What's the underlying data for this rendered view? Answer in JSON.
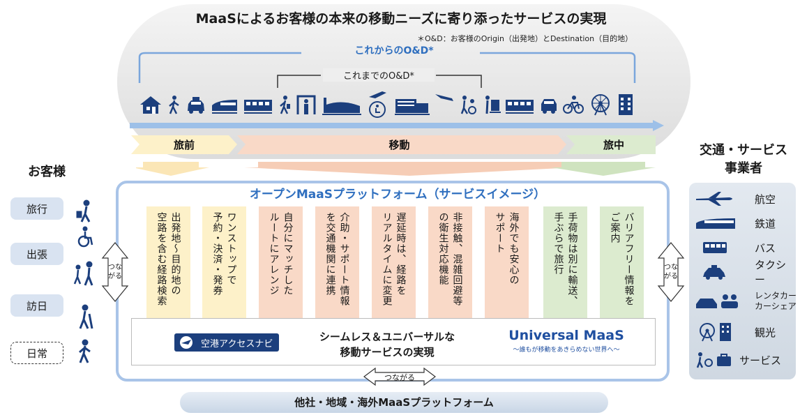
{
  "header": {
    "title": "MaaSによるお客様の本来の移動ニーズに寄り添ったサービスの実現",
    "od_note": "＊O&D：お客様のOrigin（出発地）とDestination（目的地）",
    "future_od": "これからのO&D*",
    "past_od": "これまでのO&D*"
  },
  "journey_icons": [
    "house-icon",
    "walking-person-icon",
    "taxi-icon",
    "shinkansen-icon",
    "train-icon",
    "walking-person-icon",
    "security-gate-icon",
    "airport-terminal-icon",
    "plane-takeoff-icon",
    "wheelchair-icon",
    "airport-terminal-icon",
    "plane-landing-icon",
    "assisted-walk-icon",
    "luggage-cart-icon",
    "train-icon",
    "bus-icon",
    "taxi-icon",
    "bicycle-icon",
    "ferris-wheel-icon",
    "hotel-icon"
  ],
  "phases": {
    "before": "旅前",
    "moving": "移動",
    "during": "旅中"
  },
  "customers": {
    "title": "お客様",
    "tags": [
      "旅行",
      "出張",
      "訪日",
      "日常"
    ]
  },
  "providers": {
    "title_line1": "交通・サービス",
    "title_line2": "事業者",
    "items": [
      {
        "icon": "airplane-icon",
        "label": "航空"
      },
      {
        "icon": "train-icon",
        "label": "鉄道"
      },
      {
        "icon": "bus-icon",
        "label": "バス"
      },
      {
        "icon": "taxi-icon",
        "label": "タクシー"
      },
      {
        "icon": "car-sharing-icon",
        "label": "レンタカー\nカーシェア"
      },
      {
        "icon": "sightseeing-icon",
        "label": "観光"
      },
      {
        "icon": "service-icon",
        "label": "サービス"
      }
    ]
  },
  "platform": {
    "title": "オープンMaaSプラットフォーム（サービスイメージ）",
    "services": [
      "出発地～目的地の\n空路を含む経路検索",
      "ワンストップで\n予約・決済・発券",
      "自分にマッチした\nルートにアレンジ",
      "介助・サポート情報\nを交通機関に連携",
      "遅延時は、経路を\nリアルタイムに変更",
      "非接触、混雑回避等\nの衛生対応機能",
      "海外でも安心の\nサポート",
      "手荷物は別に輸送、\n手ぶらで旅行",
      "バリアフリー情報を\nご案内"
    ],
    "airport_logo": "空港アクセスナビ",
    "seamless_line1": "シームレス＆ユニバーサルな",
    "seamless_line2": "移動サービスの実現",
    "umaas_logo": "Universal MaaS",
    "umaas_sub": "～誰もが移動をあきらめない世界へ～",
    "connect_label": "つながる"
  },
  "other_platform": "他社・地域・海外MaaSプラットフォーム",
  "colors": {
    "accent_blue": "#2f6fbf",
    "phase_yellow": "#fdf1c9",
    "phase_pink": "#f9d9c7",
    "phase_green": "#dcebcf",
    "icon_navy": "#1c3f7d"
  }
}
